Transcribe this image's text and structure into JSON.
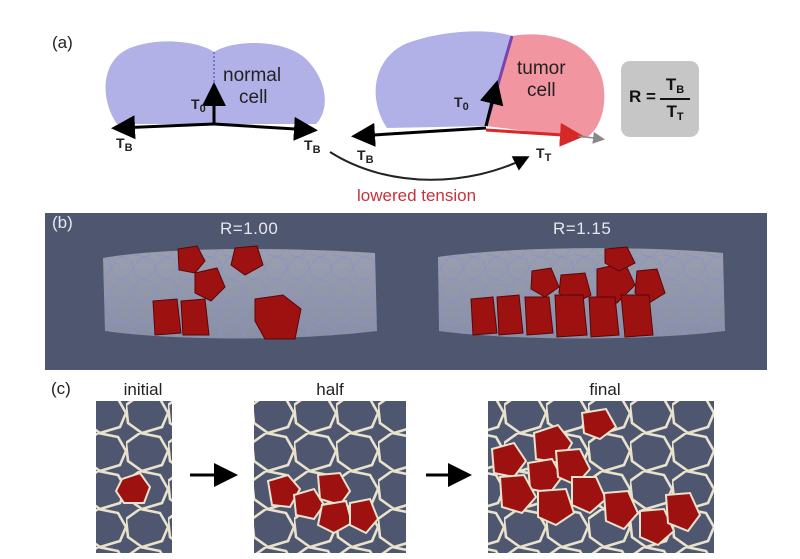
{
  "panel_a": {
    "label": "(a)",
    "normal_cell": {
      "line1": "normal",
      "line2": "cell"
    },
    "tumor_cell": {
      "line1": "tumor",
      "line2": "cell"
    },
    "t0": "T",
    "t0_sub": "0",
    "tb": "T",
    "tb_sub": "B",
    "tt": "T",
    "tt_sub": "T",
    "arrow_caption": "lowered tension",
    "formula": {
      "lhs": "R =",
      "num": "T",
      "num_sub": "B",
      "den": "T",
      "den_sub": "T"
    }
  },
  "panel_b": {
    "label": "(b)",
    "left_title": "R=1.00",
    "right_title": "R=1.15"
  },
  "panel_c": {
    "label": "(c)",
    "stages": [
      "initial",
      "half",
      "final"
    ]
  },
  "colors": {
    "normal_cell": "#a8a8e6",
    "tumor_cell": "#f08a96",
    "tumor_dark": "#9e1111",
    "tissue_bg": "#4e5670",
    "membrane": "#e9e2cc",
    "caption_red": "#c8323a"
  }
}
